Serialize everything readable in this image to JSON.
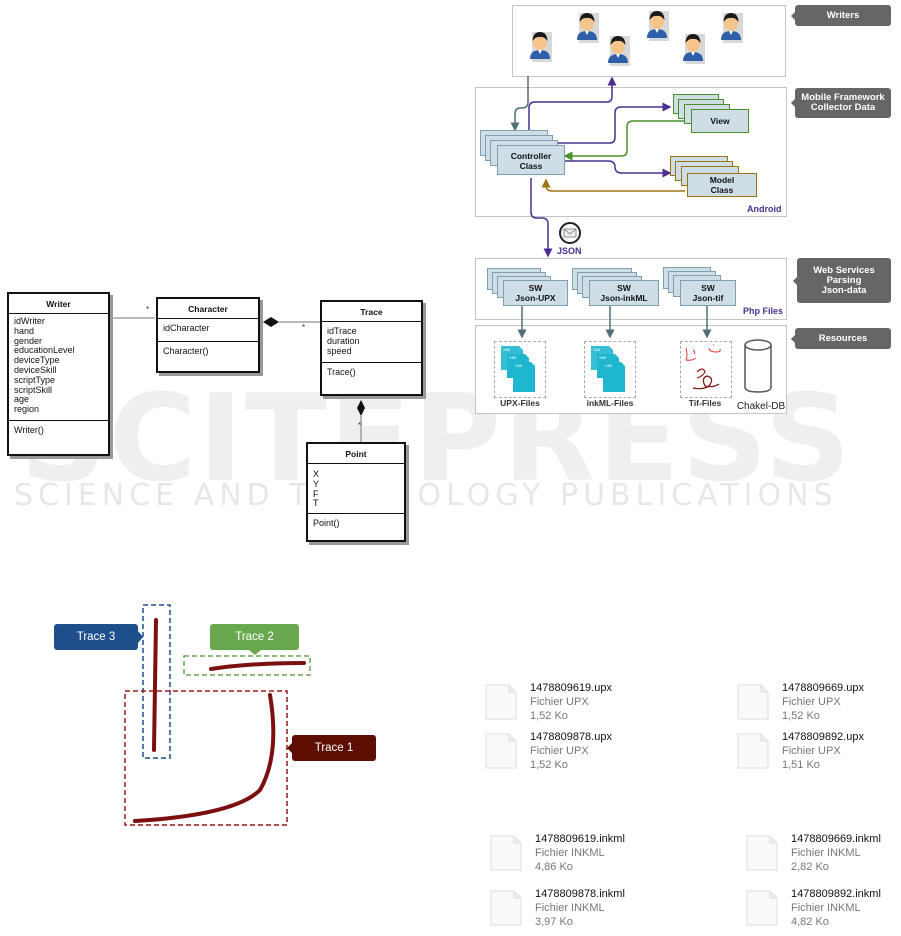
{
  "watermark": {
    "main": "SCITEPRESS",
    "sub": "SCIENCE AND TECHNOLOGY PUBLICATIONS"
  },
  "uml": {
    "classes": [
      {
        "name": "Writer",
        "attributes": [
          "idWriter",
          "hand",
          "gender",
          "educationLevel",
          "deviceType",
          "deviceSkill",
          "scriptType",
          "scriptSkill",
          "age",
          "region"
        ],
        "operations": [
          "Writer()"
        ]
      },
      {
        "name": "Character",
        "attributes": [
          "idCharacter"
        ],
        "operations": [
          "Character()"
        ]
      },
      {
        "name": "Trace",
        "attributes": [
          "idTrace",
          "duration",
          "speed"
        ],
        "operations": [
          "Trace()"
        ]
      },
      {
        "name": "Point",
        "attributes": [
          "X",
          "Y",
          "F",
          "T"
        ],
        "operations": [
          "Point()"
        ]
      }
    ],
    "associations": [
      {
        "from": "Writer",
        "to": "Character",
        "multiplicity": "*"
      },
      {
        "from": "Character",
        "to": "Trace",
        "type": "composition",
        "multiplicity": "*"
      },
      {
        "from": "Trace",
        "to": "Point",
        "type": "composition",
        "multiplicity": "*"
      }
    ]
  },
  "architecture": {
    "side_labels": {
      "writers": "Writers",
      "mobile": "Mobile Framework Collector Data",
      "mobile_line1": "Mobile Framework",
      "mobile_line2": "Collector Data",
      "webservices_line1": "Web Services",
      "webservices_line2": "Parsing",
      "webservices_line3": "Json-data",
      "resources": "Resources"
    },
    "frame_tags": {
      "android": "Android",
      "php": "Php Files"
    },
    "mobile": {
      "controller_line1": "Controller",
      "controller_line2": "Class",
      "view": "View",
      "model_line1": "Model",
      "model_line2": "Class"
    },
    "transport": "JSON",
    "services": [
      {
        "line1": "SW",
        "line2": "Json-UPX"
      },
      {
        "line1": "SW",
        "line2": "Json-inkML"
      },
      {
        "line1": "SW",
        "line2": "Json-tif"
      }
    ],
    "resources": [
      {
        "label": "UPX-Files",
        "icon": "xml-files-icon"
      },
      {
        "label": "inkML-Files",
        "icon": "xml-files-icon"
      },
      {
        "label": "Tif-Files",
        "icon": "handwriting-image-icon"
      },
      {
        "label": "Chakel-DB",
        "icon": "database-icon"
      }
    ],
    "colors": {
      "purple": "#4b2e91",
      "green": "#4a8f2a",
      "gold": "#9a7410",
      "slate": "#4f6f7a",
      "label_bg": "#666666",
      "card_fill": "#cfdde6"
    }
  },
  "traces": {
    "callouts": [
      {
        "label": "Trace 3",
        "color": "#1f4e8c"
      },
      {
        "label": "Trace 2",
        "color": "#6aa84f"
      },
      {
        "label": "Trace 1",
        "color": "#5c0f00"
      }
    ],
    "stroke_color": "#7a1010"
  },
  "files": {
    "upx": [
      {
        "name": "1478809619.upx",
        "type": "Fichier UPX",
        "size": "1,52 Ko"
      },
      {
        "name": "1478809669.upx",
        "type": "Fichier UPX",
        "size": "1,52 Ko"
      },
      {
        "name": "1478809878.upx",
        "type": "Fichier UPX",
        "size": "1,52 Ko"
      },
      {
        "name": "1478809892.upx",
        "type": "Fichier UPX",
        "size": "1,51 Ko"
      }
    ],
    "inkml": [
      {
        "name": "1478809619.inkml",
        "type": "Fichier INKML",
        "size": "4,86 Ko"
      },
      {
        "name": "1478809669.inkml",
        "type": "Fichier INKML",
        "size": "2,82 Ko"
      },
      {
        "name": "1478809878.inkml",
        "type": "Fichier INKML",
        "size": "3,97 Ko"
      },
      {
        "name": "1478809892.inkml",
        "type": "Fichier INKML",
        "size": "4,82 Ko"
      }
    ]
  }
}
